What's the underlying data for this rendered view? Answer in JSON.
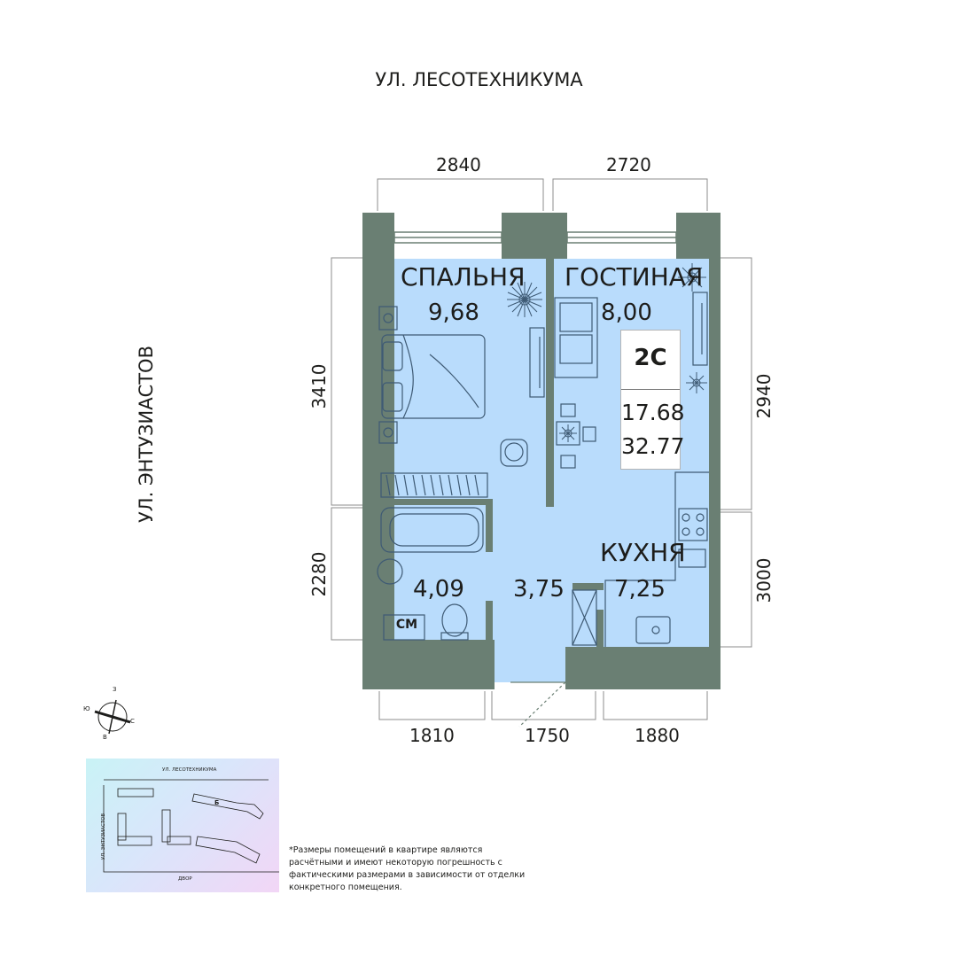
{
  "streets": {
    "top": "УЛ. ЛЕСОТЕХНИКУМА",
    "left": "УЛ. ЭНТУЗИАСТОВ"
  },
  "dimensions": {
    "top_left": "2840",
    "top_right": "2720",
    "left_upper": "3410",
    "left_lower": "2280",
    "right_upper": "2940",
    "right_lower": "3000",
    "bottom_left": "1810",
    "bottom_middle": "1750",
    "bottom_right": "1880"
  },
  "rooms": {
    "bedroom": {
      "name": "СПАЛЬНЯ",
      "area": "9,68"
    },
    "living": {
      "name": "ГОСТИНАЯ",
      "area": "8,00"
    },
    "kitchen": {
      "name": "КУХНЯ",
      "area": "7,25"
    },
    "bathroom": {
      "area": "4,09"
    },
    "hall": {
      "area": "3,75"
    }
  },
  "badge": {
    "type": "2С",
    "living_area": "17.68",
    "total_area": "32.77"
  },
  "washer_label": "СМ",
  "compass": {
    "north": "С",
    "south": "Ю",
    "west": "З",
    "east": "В"
  },
  "site_plan": {
    "street_top": "УЛ. ЛЕСОТЕХНИКУМА",
    "street_left": "УЛ. ЭНТУЗИАСТОВ",
    "bottom": "ДВОР",
    "building": "Б"
  },
  "footnote": "*Размеры помещений в квартире являются расчётными и имеют некоторую погрешность с фактическими размерами в зависимости от отделки конкретного помещения.",
  "colors": {
    "wall": "#6a7f73",
    "floor": "#b9dcfc",
    "furniture_stroke": "#3e5a74",
    "text": "#1d1d1b"
  }
}
